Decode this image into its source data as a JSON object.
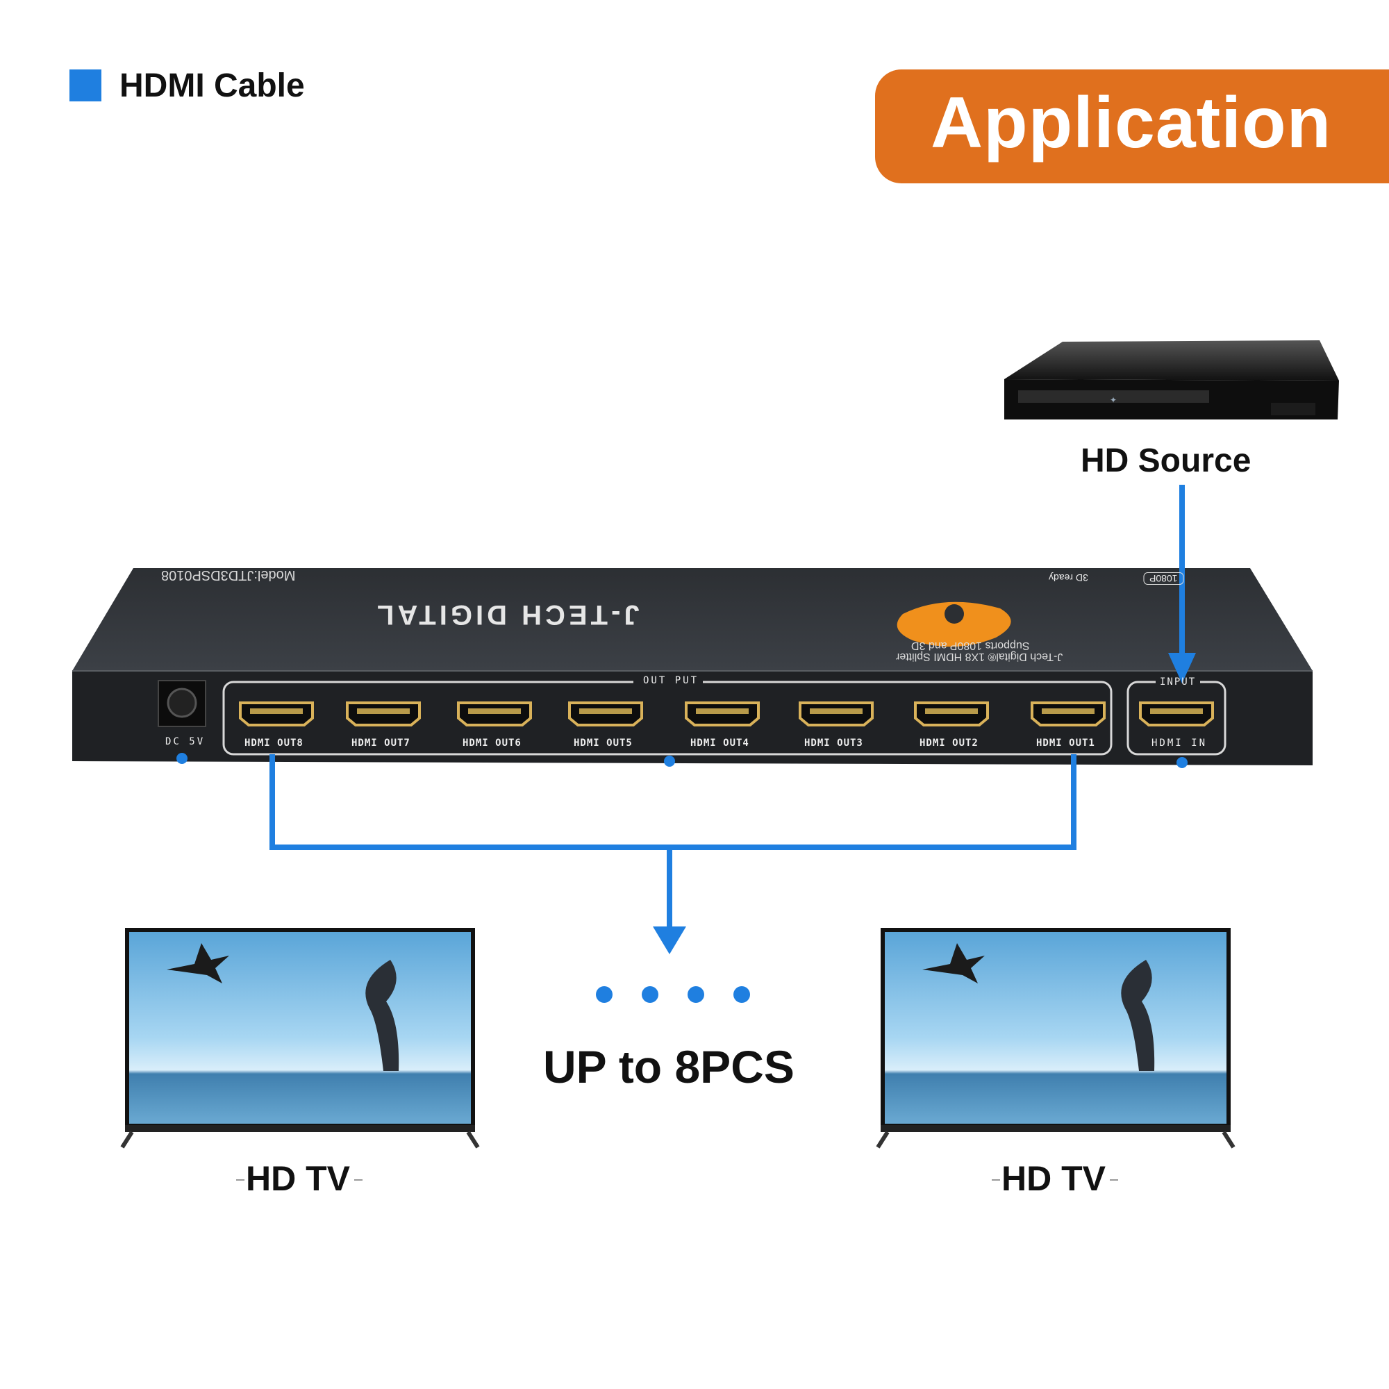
{
  "legend": {
    "label": "HDMI Cable",
    "color": "#1f7fe0"
  },
  "banner": {
    "title": "Application",
    "color": "#e0701e"
  },
  "source": {
    "label": "HD Source",
    "icon": "blu-ray-player-icon"
  },
  "splitter": {
    "model": "Model:JTD3DSP0108",
    "brand": "J-TECH DIGITAL",
    "description_line1": "J-Tech Digital® 1X8 HDMI Splitter",
    "description_line2": "Supports 1080P and 3D",
    "badge_1080p": "1080P",
    "badge_3d": "3D ready",
    "power_label": "DC 5V",
    "output_group_label": "OUT PUT",
    "input_group_label": "INPUT",
    "input_port_label": "HDMI IN",
    "output_ports": [
      "HDMI OUT8",
      "HDMI OUT7",
      "HDMI OUT6",
      "HDMI OUT5",
      "HDMI OUT4",
      "HDMI OUT3",
      "HDMI OUT2",
      "HDMI OUT1"
    ]
  },
  "count_label": "UP to 8PCS",
  "tvs": [
    {
      "label": "HD TV",
      "icon": "tv-icon"
    },
    {
      "label": "HD TV",
      "icon": "tv-icon"
    }
  ]
}
